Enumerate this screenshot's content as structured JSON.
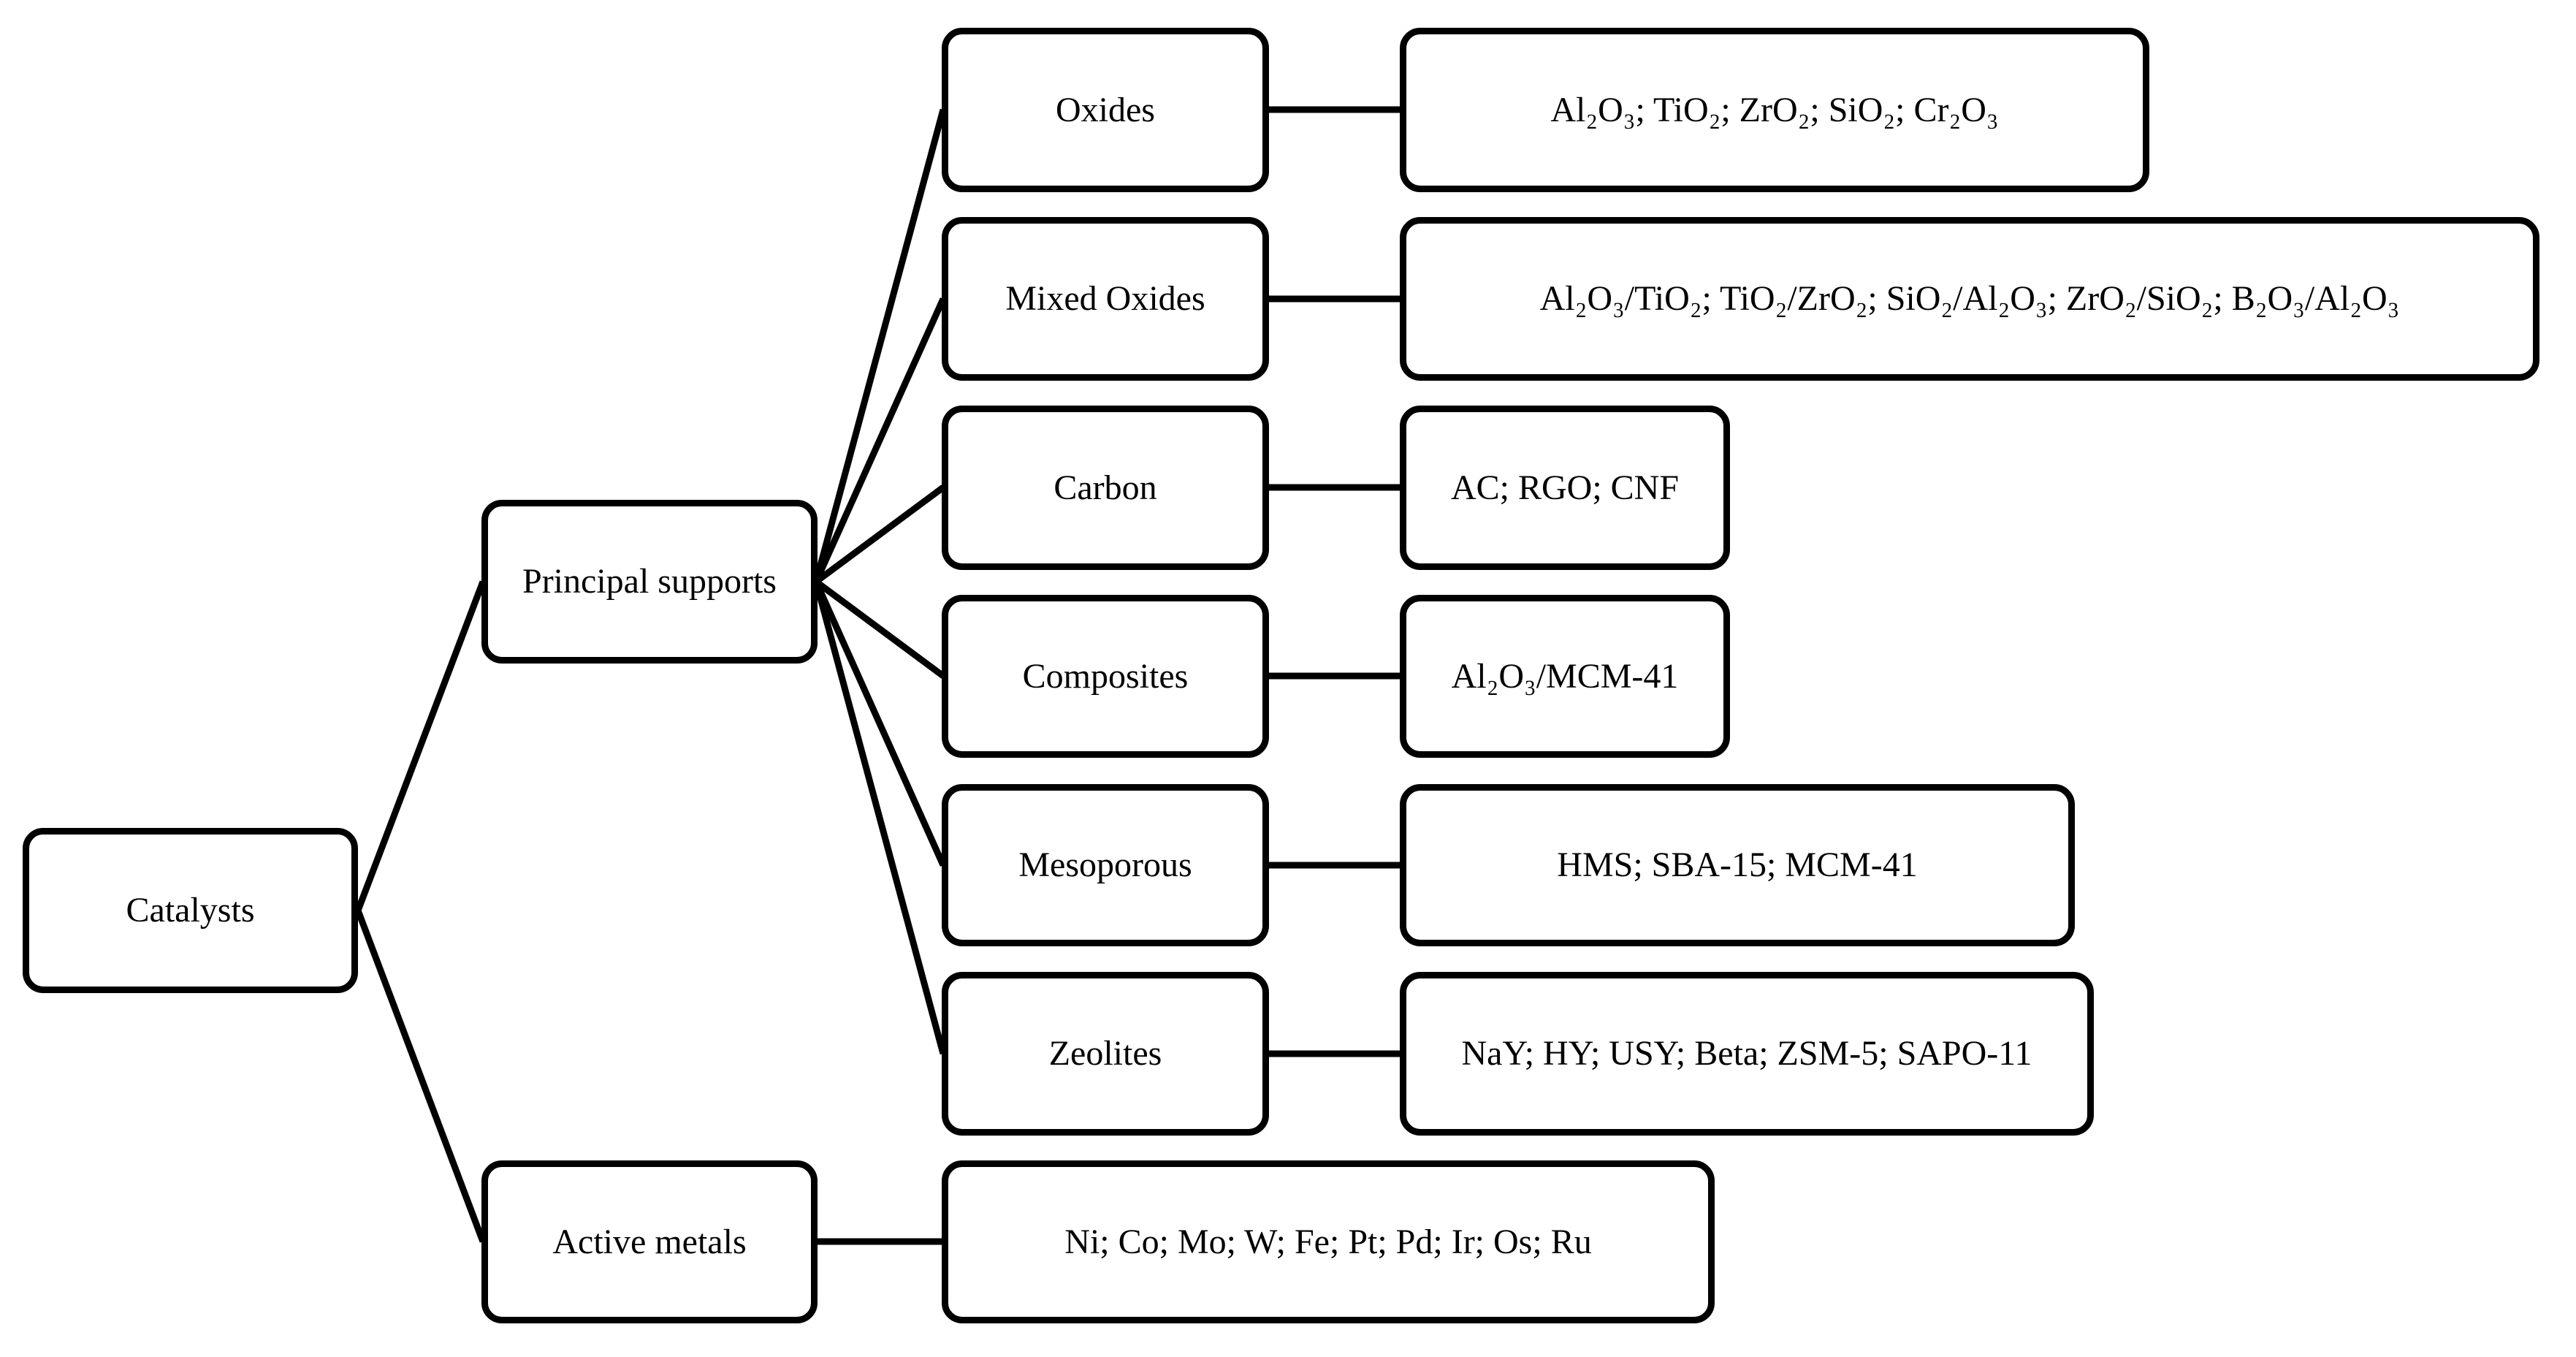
{
  "palette": {
    "background": "#ffffff",
    "box_fill": "#ffffff",
    "box_border": "#000000",
    "connector": "#000000",
    "text": "#000000"
  },
  "diagram": {
    "root": {
      "label": "Catalysts"
    },
    "branches": [
      {
        "label": "Principal supports",
        "children": [
          {
            "label": "Oxides",
            "examples": "Al₂O₃; TiO₂; ZrO₂; SiO₂; Cr₂O₃"
          },
          {
            "label": "Mixed Oxides",
            "examples": "Al₂O₃/TiO₂; TiO₂/ZrO₂; SiO₂/Al₂O₃; ZrO₂/SiO₂; B₂O₃/Al₂O₃"
          },
          {
            "label": "Carbon",
            "examples": "AC; RGO; CNF"
          },
          {
            "label": "Composites",
            "examples": "Al₂O₃/MCM-41"
          },
          {
            "label": "Mesoporous",
            "examples": "HMS; SBA-15; MCM-41"
          },
          {
            "label": "Zeolites",
            "examples": "NaY; HY; USY; Beta; ZSM-5; SAPO-11"
          }
        ]
      },
      {
        "label": "Active metals",
        "examples": "Ni; Co; Mo; W; Fe; Pt; Pd; Ir; Os; Ru"
      }
    ]
  }
}
